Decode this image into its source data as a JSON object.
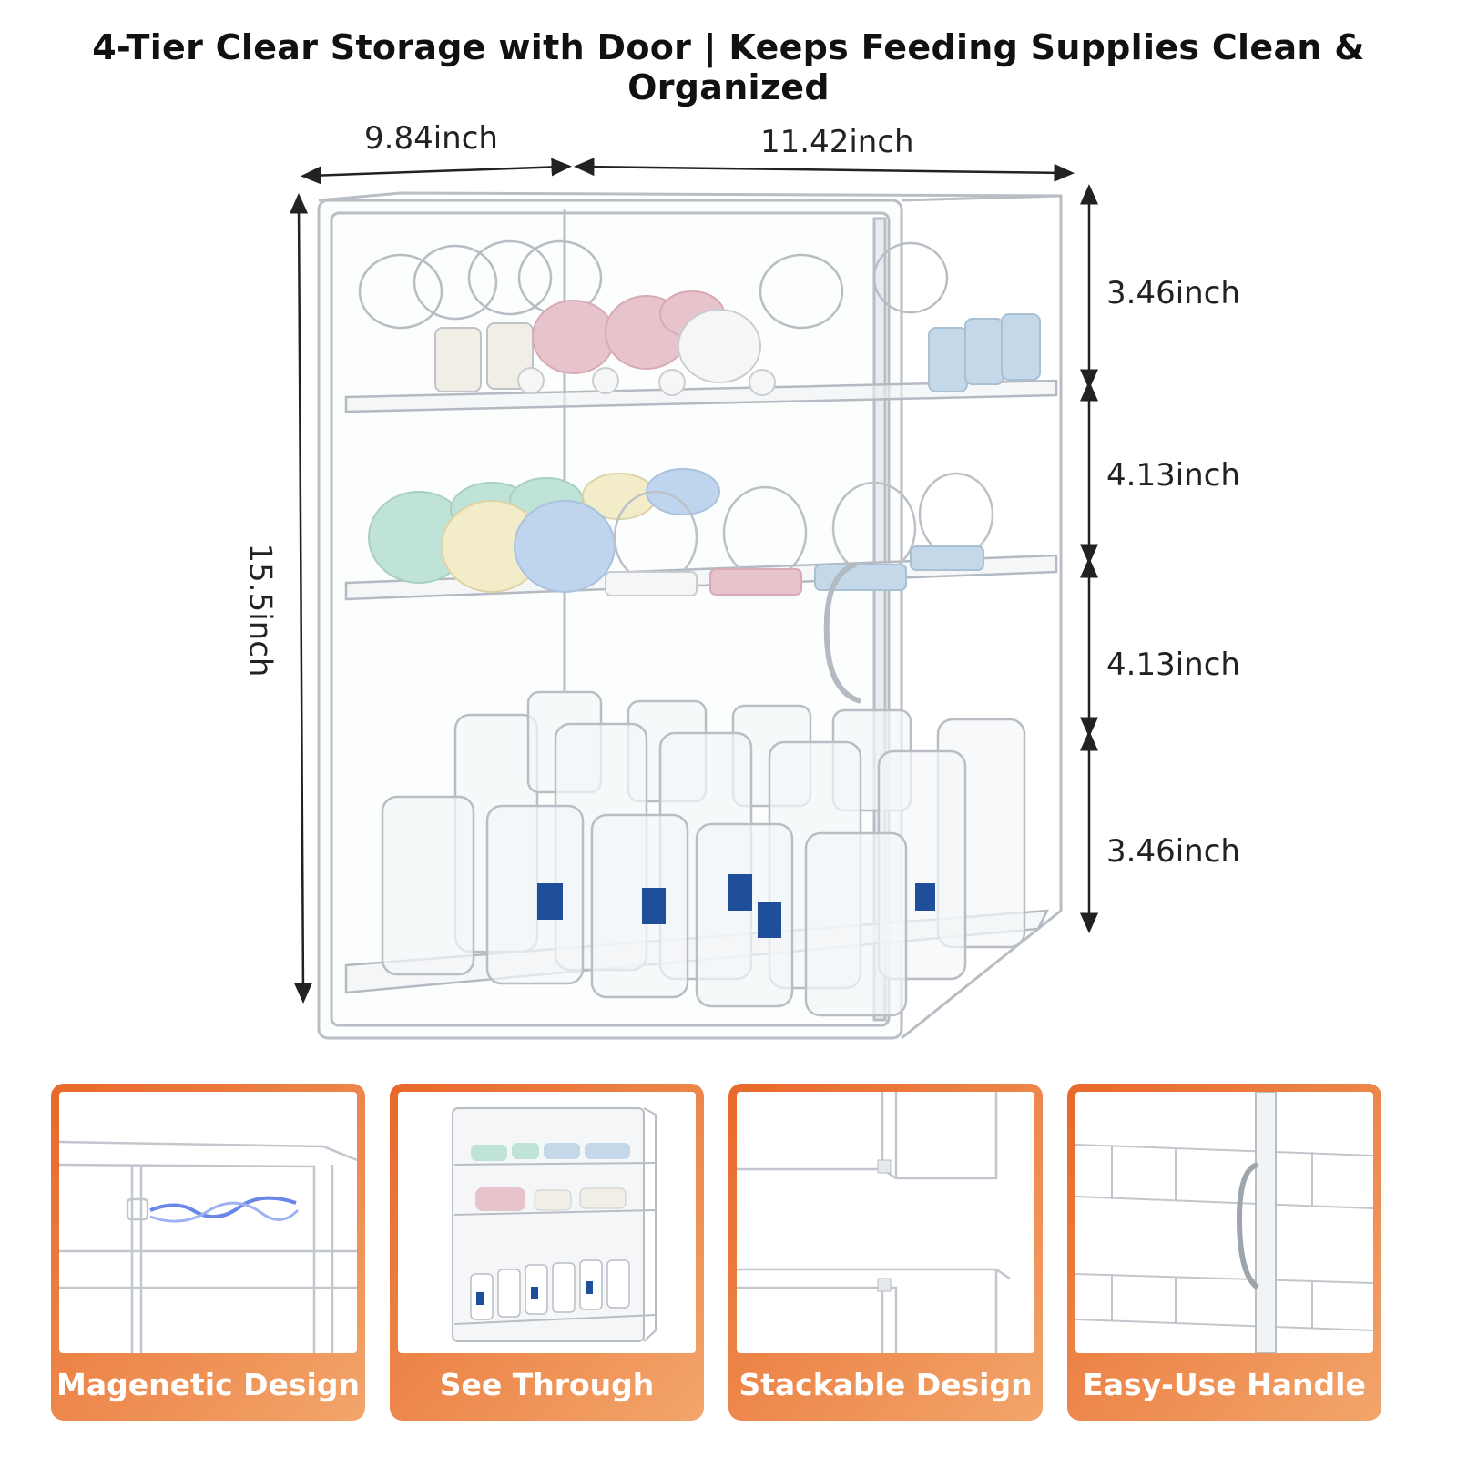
{
  "headline": "4-Tier Clear Storage with Door | Keeps Feeding Supplies Clean & Organized",
  "dimensions": {
    "depth": "9.84inch",
    "width": "11.42inch",
    "height": "15.5inch",
    "tier1": "3.46inch",
    "tier2": "4.13inch",
    "tier3": "4.13inch",
    "tier4": "3.46inch"
  },
  "features": [
    {
      "label": "Magenetic Design"
    },
    {
      "label": "See Through"
    },
    {
      "label": "Stackable Design"
    },
    {
      "label": "Easy-Use Handle"
    }
  ],
  "colors": {
    "accent": "#e8682a",
    "accent_light": "#f2a56b",
    "acrylic_edge": "#c9ced4",
    "pink": "#e7c3cc",
    "mint": "#bfe3d6",
    "cream": "#f3ecc8",
    "blue_label": "#1f4e9a"
  }
}
